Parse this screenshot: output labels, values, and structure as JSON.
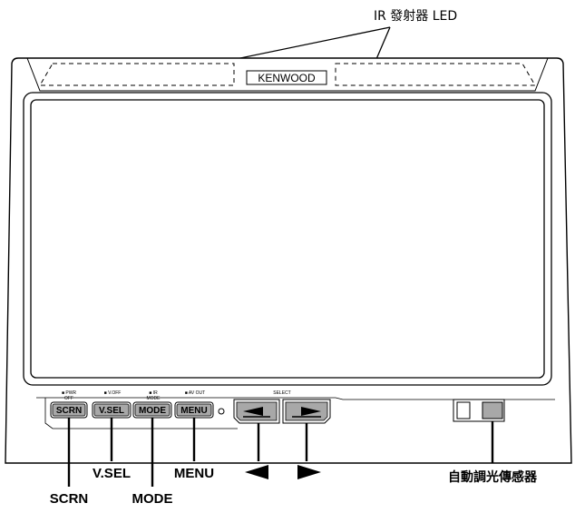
{
  "brand_logo": "KENWOOD",
  "ir_label": "IR 發射器 LED",
  "sensor_label": "自動調光傳感器",
  "buttons": [
    {
      "label": "SCRN",
      "caption": "■ PWR",
      "caption2": "OFF"
    },
    {
      "label": "V.SEL",
      "caption": "■ V.OFF",
      "caption2": ""
    },
    {
      "label": "MODE",
      "caption": "■ IR",
      "caption2": "MODE"
    },
    {
      "label": "MENU",
      "caption": "■ AV OUT",
      "caption2": ""
    }
  ],
  "select_caption": "SELECT",
  "callouts": {
    "scrn": "SCRN",
    "vsel": "V.SEL",
    "mode": "MODE",
    "menu": "MENU",
    "left": "◄",
    "right": "►"
  },
  "colors": {
    "button_fill": "#a8a8a8",
    "sensor_fill": "#a8a8a8",
    "line": "#000000"
  }
}
